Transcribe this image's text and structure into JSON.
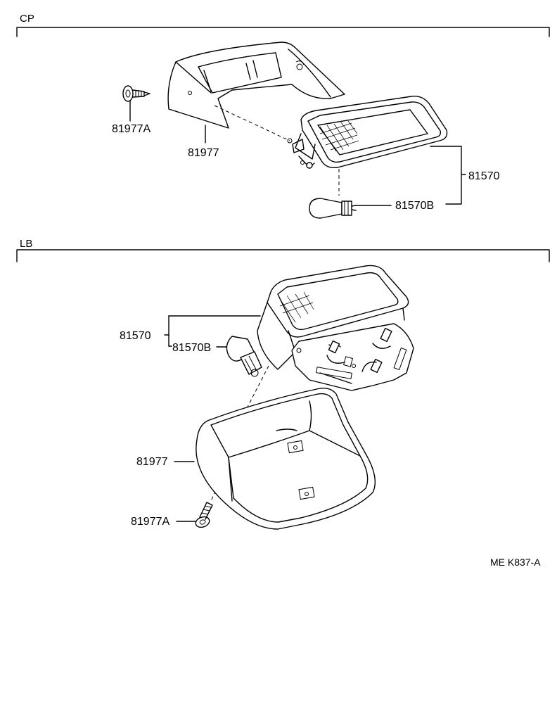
{
  "sections": {
    "cp": {
      "label": "CP",
      "parts": {
        "cover_screw": "81977A",
        "cover": "81977",
        "lamp_assy": "81570",
        "bulb": "81570B"
      }
    },
    "lb": {
      "label": "LB",
      "parts": {
        "lamp_assy": "81570",
        "bulb": "81570B",
        "cover": "81977",
        "cover_screw": "81977A"
      }
    }
  },
  "drawing_code": "ME K837-A"
}
